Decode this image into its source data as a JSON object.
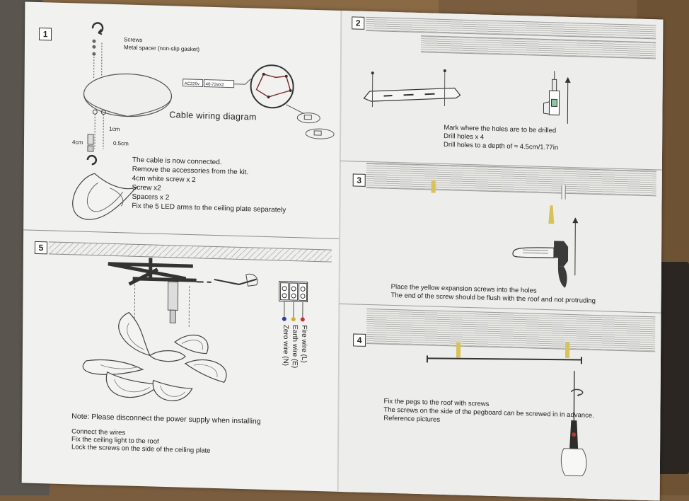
{
  "steps": {
    "s1": {
      "num": "1",
      "callouts": {
        "screws": "Screws",
        "spacer": "Metal spacer (non-slip gasket)",
        "dim_1cm": "1cm",
        "dim_4cm": "4cm",
        "dim_05cm": "0.5cm",
        "ac": "AC220v",
        "led": "40-72wx2"
      },
      "wiring_title": "Cable wiring diagram",
      "lines": [
        "The cable is now connected.",
        "Remove the accessories from the kit.",
        "4cm white screw x 2",
        "Screw x2",
        "Spacers x 2",
        "Fix the 5 LED arms to the ceiling plate separately"
      ]
    },
    "s2": {
      "num": "2",
      "lines": [
        "Mark where the holes are to be drilled",
        "Drill holes x 4",
        "Drill holes to a depth of ≈ 4.5cm/1.77in"
      ]
    },
    "s3": {
      "num": "3",
      "lines": [
        "Place the yellow expansion screws into the holes",
        "The end of the screw should be flush with the roof and not protruding"
      ]
    },
    "s4": {
      "num": "4",
      "lines": [
        "Fix the pegs to the roof with screws",
        "The screws on the side of the pegboard can be screwed in in advance.",
        "Reference pictures"
      ]
    },
    "s5": {
      "num": "5",
      "wires": [
        "Fire wire (L)",
        "Earth wire (E)",
        "Zero wire (N)"
      ],
      "note": "Note: Please disconnect the power supply when installing",
      "lines": [
        "Connect the wires",
        "Fix the ceiling light to the roof",
        "Lock the screws on the side of the ceiling plate"
      ]
    }
  },
  "colors": {
    "fire": "#c8342d",
    "earth": "#c9b02c",
    "zero": "#2f3f9a",
    "anchor": "#d8c25a"
  }
}
